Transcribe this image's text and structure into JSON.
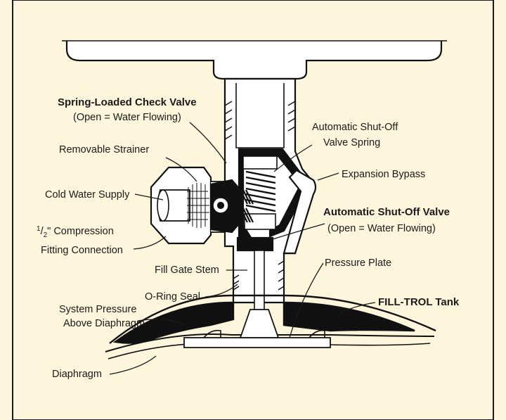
{
  "colors": {
    "page_background": "#fdf5dc",
    "outline": "#1a1a1a",
    "line_art": "#111111",
    "frame_fill": "#ffffff"
  },
  "labels": {
    "check_valve_title": "Spring-Loaded Check Valve",
    "check_valve_sub": "(Open = Water Flowing)",
    "removable_strainer": "Removable Strainer",
    "cold_water_supply": "Cold Water Supply",
    "compression_half_num": "1",
    "compression_half_den": "2",
    "compression_rest": "\" Compression",
    "fitting_connection": "Fitting Connection",
    "fill_gate_stem": "Fill Gate Stem",
    "o_ring_seal": "O-Ring Seal",
    "system_pressure_1": "System Pressure",
    "system_pressure_2": "Above Diaphragm",
    "diaphragm": "Diaphragm",
    "shutoff_spring_1": "Automatic Shut-Off",
    "shutoff_spring_2": "Valve Spring",
    "expansion_bypass": "Expansion Bypass",
    "shutoff_valve_title": "Automatic Shut-Off Valve",
    "shutoff_valve_sub": "(Open = Water Flowing)",
    "pressure_plate": "Pressure Plate",
    "fill_trol_tank": "FILL-TROL Tank"
  }
}
